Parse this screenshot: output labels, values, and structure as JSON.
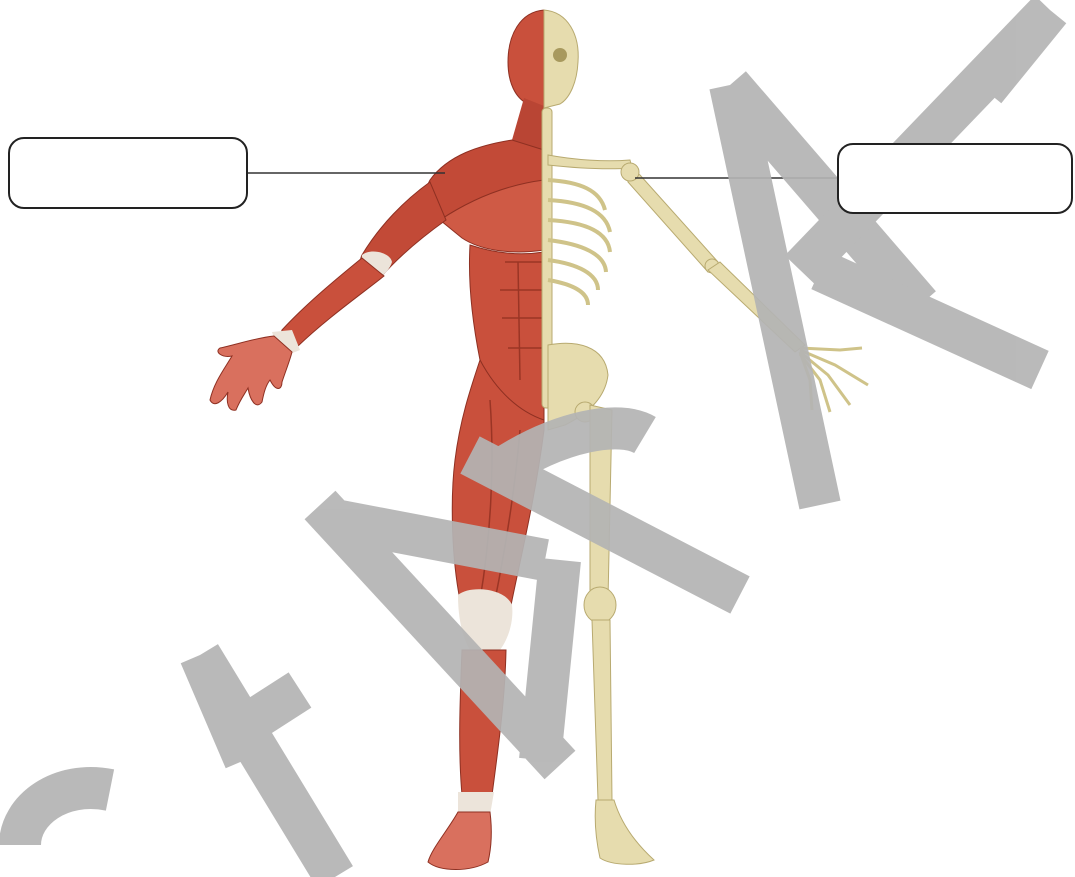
{
  "diagram": {
    "label_boxes": [
      {
        "id": "left",
        "text": ""
      },
      {
        "id": "right",
        "text": ""
      }
    ],
    "figure": {
      "left_half": "muscular-system",
      "right_half": "skeletal-system"
    },
    "watermark": "SAMPLE",
    "colors": {
      "muscle": "#c9503c",
      "muscle_dark": "#a8392a",
      "tendon": "#ece4da",
      "bone": "#e6dcae",
      "bone_dark": "#c8bb82",
      "watermark": "#b4b4b4",
      "leader_line": "#333333"
    }
  }
}
